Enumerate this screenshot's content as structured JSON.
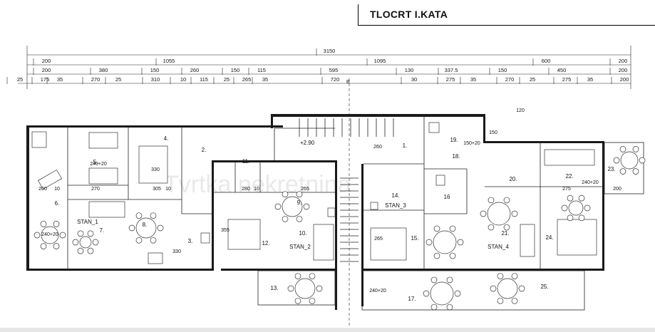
{
  "title": "TLOCRT I.KATA",
  "dims": {
    "row1": [
      "3150"
    ],
    "row2": [
      "200",
      "1055",
      "1095",
      "600",
      "200"
    ],
    "row3": [
      "200",
      "380",
      "150",
      "260",
      "150",
      "115",
      "595",
      "130",
      "337.5",
      "150",
      "450",
      "200"
    ],
    "row4": [
      "25",
      "175",
      "35",
      "270",
      "25",
      "310",
      "10",
      "115",
      "25",
      "265",
      "35",
      "720",
      "30",
      "275",
      "35",
      "270",
      "25",
      "275",
      "35",
      "200"
    ]
  },
  "rooms": [
    "1.",
    "2.",
    "3.",
    "4.",
    "5.",
    "6.",
    "7.",
    "8.",
    "9.",
    "10.",
    "11.",
    "12.",
    "13.",
    "14.",
    "15.",
    "16",
    "17.",
    "18.",
    "19.",
    "20.",
    "21.",
    "22.",
    "23.",
    "24.",
    "25."
  ],
  "flats": [
    "STAN_1",
    "STAN_2",
    "STAN_3",
    "STAN_4"
  ],
  "level": "+2.90",
  "labels": {
    "beds": [
      "240+20",
      "240+20",
      "240+20",
      "240+20",
      "150+20"
    ],
    "inner": [
      "200",
      "10",
      "270",
      "305",
      "10",
      "280",
      "10",
      "265",
      "260",
      "330",
      "330",
      "355",
      "265",
      "200",
      "275",
      "150",
      "120"
    ]
  }
}
